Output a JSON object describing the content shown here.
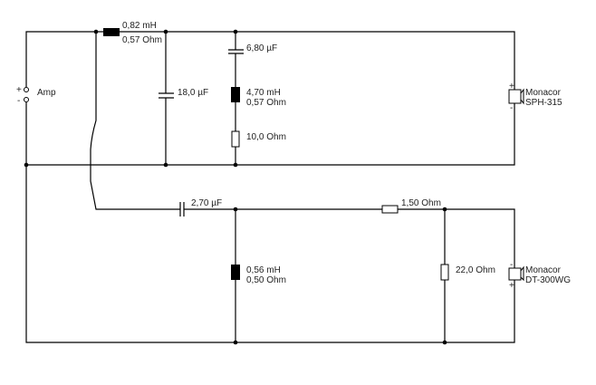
{
  "amp": {
    "label": "Amp",
    "plus": "+",
    "minus": "-"
  },
  "woofer_branch": {
    "series_inductor": {
      "value": "0,82 mH",
      "resistance": "0,57 Ohm"
    },
    "shunt_capacitor": {
      "value": "18,0 µF"
    },
    "notch_capacitor": {
      "value": "6,80 µF"
    },
    "notch_inductor": {
      "value": "4,70 mH",
      "resistance": "0,57 Ohm"
    },
    "notch_resistor": {
      "value": "10,0 Ohm"
    },
    "speaker": {
      "brand": "Monacor",
      "model": "SPH-315",
      "plus": "+",
      "minus": "-"
    }
  },
  "tweeter_branch": {
    "series_capacitor": {
      "value": "2,70 µF"
    },
    "shunt_inductor": {
      "value": "0,56 mH",
      "resistance": "0,50 Ohm"
    },
    "series_resistor": {
      "value": "1,50 Ohm"
    },
    "shunt_resistor": {
      "value": "22,0 Ohm"
    },
    "speaker": {
      "brand": "Monacor",
      "model": "DT-300WG",
      "plus": "+",
      "minus": "-"
    }
  }
}
